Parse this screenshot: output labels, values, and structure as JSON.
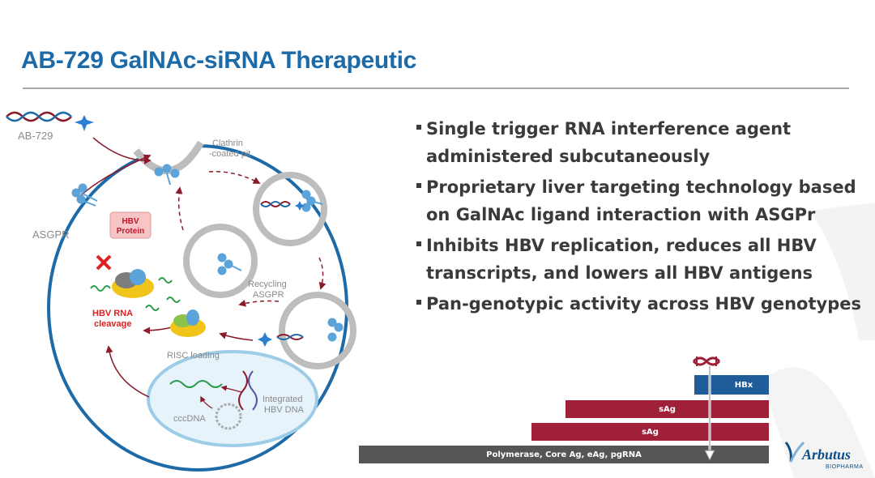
{
  "title": "AB-729 GalNAc-siRNA Therapeutic",
  "bullets": [
    [
      "Single trigger RNA interference agent",
      "administered subcutaneously"
    ],
    [
      "Proprietary liver targeting technology based",
      "on GalNAc ligand interaction with ASGPr"
    ],
    [
      "Inhibits HBV replication, reduces all HBV",
      "transcripts, and lowers all HBV antigens"
    ],
    [
      "Pan-genotypic activity across HBV genotypes"
    ]
  ],
  "diagram": {
    "drug_label": "AB-729",
    "asgpr_label": "ASGPR",
    "clathrin_label_1": "Clathrin",
    "clathrin_label_2": "-coated pit",
    "hbv_protein_1": "HBV",
    "hbv_protein_2": "Protein",
    "recycling_1": "Recycling",
    "recycling_2": "ASGPR",
    "cleavage_1": "HBV RNA",
    "cleavage_2": "cleavage",
    "risc_label": "RISC loading",
    "integrated_1": "Integrated",
    "integrated_2": "HBV DNA",
    "cccdna_label": "cccDNA"
  },
  "transcripts": {
    "hbx": "HBx",
    "sag_1": "sAg",
    "sag_2": "sAg",
    "polymerase": "Polymerase, Core Ag, eAg, pgRNA"
  },
  "logo": {
    "name": "Arbutus",
    "sub": "BIOPHARMA"
  },
  "colors": {
    "title": "#1d6aa8",
    "cell_outline": "#1d6aa8",
    "vesicle": "#bdbdbd",
    "arrow": "#8b1a2b",
    "hbx_bar": "#1f5c99",
    "sag_bar": "#a0203a",
    "polymerase_bar": "#555555"
  }
}
